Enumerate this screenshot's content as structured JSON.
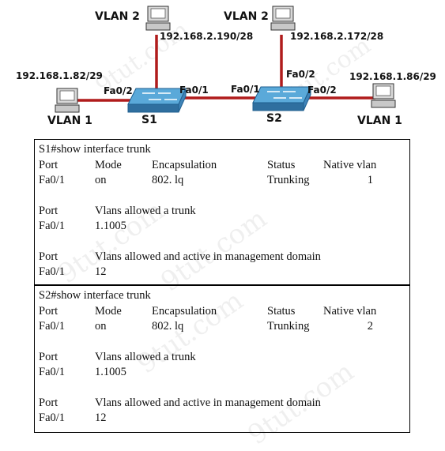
{
  "colors": {
    "link": "#b01c1c",
    "switch": "#5aa9d9",
    "box_border": "#000000",
    "watermark": "#e8e8e8"
  },
  "watermark": "9tut.com",
  "devices": {
    "s1": {
      "name": "S1",
      "port_left": "Fa0/2",
      "port_right": "Fa0/1"
    },
    "s2": {
      "name": "S2",
      "port_left": "Fa0/1",
      "port_top": "Fa0/2",
      "port_right": "Fa0/2"
    }
  },
  "hosts": [
    {
      "vlan": "VLAN 2",
      "ip": "192.168.2.190/28"
    },
    {
      "vlan": "VLAN 2",
      "ip": "192.168.2.172/28"
    },
    {
      "vlan": "VLAN 1",
      "ip": "192.168.1.82/29"
    },
    {
      "vlan": "VLAN 1",
      "ip": "192.168.1.86/29"
    }
  ],
  "outputs": [
    {
      "command": "S1#show interface trunk",
      "headers": {
        "port": "Port",
        "mode": "Mode",
        "encap": "Encapsulation",
        "status": "Status",
        "native": "Native vlan"
      },
      "row": {
        "port": "Fa0/1",
        "mode": "on",
        "encap": "802. lq",
        "status": "Trunking",
        "native": "1"
      },
      "allowed_header": "Vlans allowed a trunk",
      "allowed": "1.1005",
      "active_header": "Vlans allowed and active in management domain",
      "active": "12",
      "port_label": "Port",
      "port_value": "Fa0/1"
    },
    {
      "command": "S2#show interface trunk",
      "headers": {
        "port": "Port",
        "mode": "Mode",
        "encap": "Encapsulation",
        "status": "Status",
        "native": "Native vlan"
      },
      "row": {
        "port": "Fa0/1",
        "mode": "on",
        "encap": "802. lq",
        "status": "Trunking",
        "native": "2"
      },
      "allowed_header": "Vlans allowed a trunk",
      "allowed": "1.1005",
      "active_header": "Vlans allowed and active in management domain",
      "active": "12",
      "port_label": "Port",
      "port_value": "Fa0/1"
    }
  ]
}
